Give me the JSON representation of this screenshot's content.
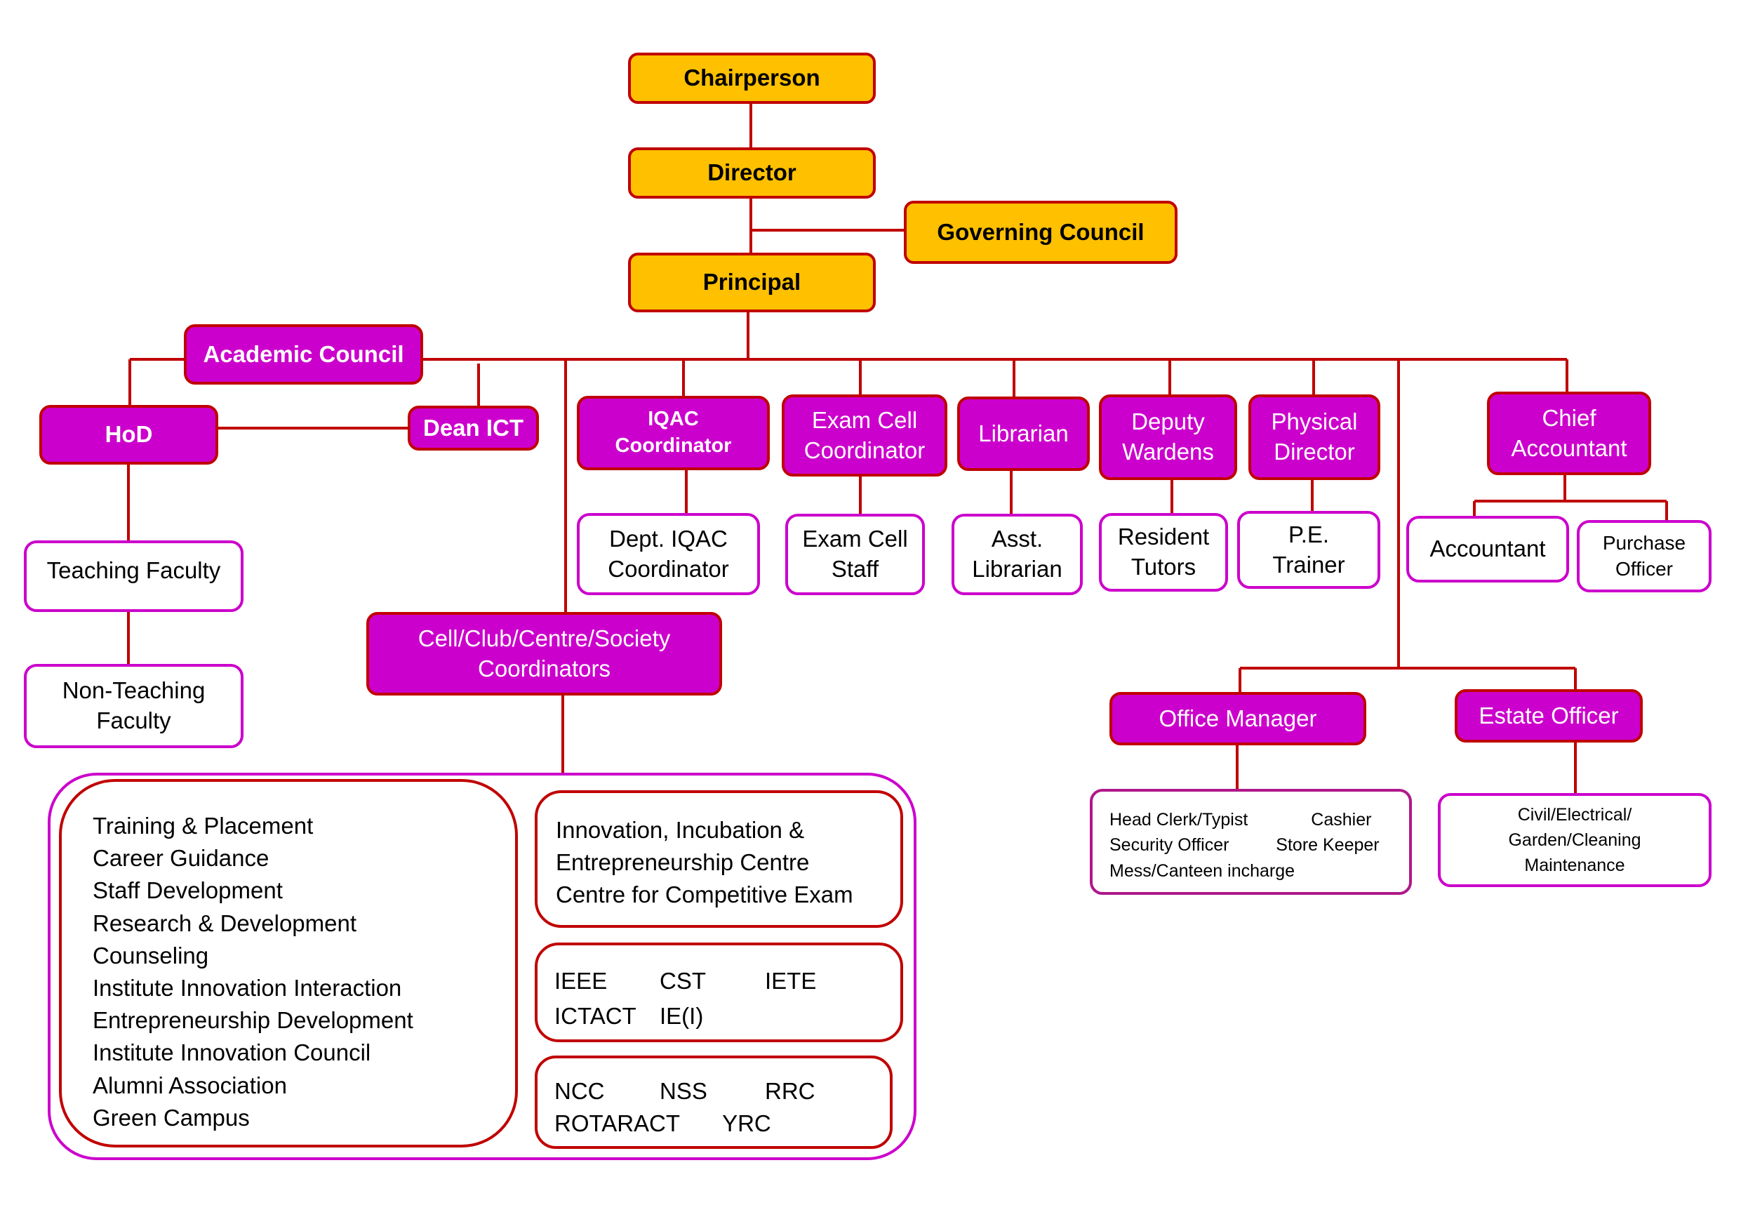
{
  "top": {
    "chairperson": "Chairperson",
    "director": "Director",
    "governing_council": "Governing Council",
    "principal": "Principal"
  },
  "academic": {
    "academic_council": "Academic Council",
    "hod": "HoD",
    "dean_ict": "Dean ICT",
    "teaching_faculty": "Teaching Faculty",
    "non_teaching_faculty": [
      "Non-Teaching",
      "Faculty"
    ]
  },
  "coordinators": {
    "iqac": [
      "IQAC",
      "Coordinator"
    ],
    "exam_cell": [
      "Exam Cell",
      "Coordinator"
    ],
    "librarian": "Librarian",
    "deputy_wardens": [
      "Deputy",
      "Wardens"
    ],
    "physical_director": [
      "Physical",
      "Director"
    ],
    "chief_accountant": [
      "Chief",
      "Accountant"
    ]
  },
  "subordinates": {
    "dept_iqac": [
      "Dept. IQAC",
      "Coordinator"
    ],
    "exam_cell_staff": [
      "Exam Cell",
      "Staff"
    ],
    "asst_librarian": [
      "Asst.",
      "Librarian"
    ],
    "resident_tutors": [
      "Resident",
      "Tutors"
    ],
    "pe_trainer": [
      "P.E.",
      "Trainer"
    ],
    "accountant": "Accountant",
    "purchase_officer": [
      "Purchase",
      "Officer"
    ]
  },
  "cell_club": {
    "title": [
      "Cell/Club/Centre/Society",
      "Coordinators"
    ],
    "left_list": [
      "Training & Placement",
      "Career Guidance",
      "Staff Development",
      "Research & Development",
      "Counseling",
      "Institute Innovation Interaction",
      "Entrepreneurship Development",
      "Institute Innovation Council",
      "Alumni Association",
      "Green Campus"
    ],
    "centres": [
      "Innovation, Incubation &",
      "Entrepreneurship Centre",
      "Centre for Competitive Exam"
    ],
    "professional_bodies": [
      "IEEE",
      "CST",
      "IETE",
      "ICTACT",
      "IE(I)"
    ],
    "service_bodies_row1": [
      "NCC",
      "NSS",
      "RRC"
    ],
    "service_bodies_row2": [
      "ROTARACT",
      "YRC"
    ]
  },
  "admin": {
    "office_manager": "Office Manager",
    "estate_officer": "Estate Officer",
    "office_staff": [
      "Head Clerk/Typist",
      "Cashier",
      "Security Officer",
      "Store Keeper",
      "Mess/Canteen incharge"
    ],
    "maintenance": [
      "Civil/Electrical/",
      "Garden/Cleaning",
      "Maintenance"
    ]
  },
  "colors": {
    "top_fill": "#ffc000",
    "mid_fill": "#cc00cc",
    "connector": "#c00000",
    "leaf_border": "#cc00cc"
  }
}
